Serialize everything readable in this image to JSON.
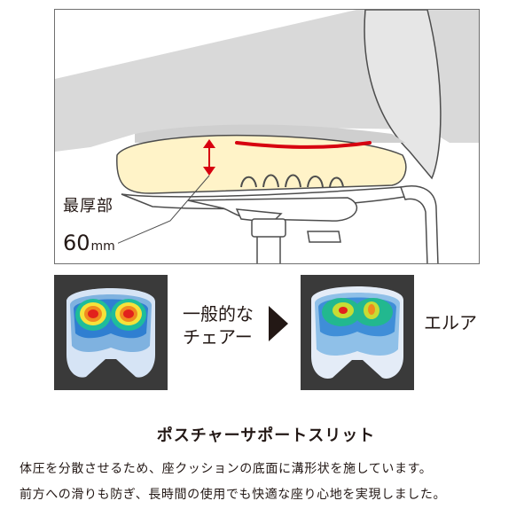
{
  "cushion": {
    "thickness_label": "最厚部",
    "thickness_value": "60",
    "thickness_unit": "mm"
  },
  "comparison": {
    "general_label_line1": "一般的な",
    "general_label_line2": "チェアー",
    "elua_label": "エルア"
  },
  "feature": {
    "title": "ポスチャーサポートスリット",
    "description_line1": "体圧を分散させるため、座クッションの底面に溝形状を施しています。",
    "description_line2": "前方への滑りも防ぎ、長時間の使用でも快適な座り心地を実現しました。"
  },
  "colors": {
    "accent_red": "#d7000f",
    "cushion_fill": "#fff3c8",
    "body_gray": "#d9d9d9"
  }
}
